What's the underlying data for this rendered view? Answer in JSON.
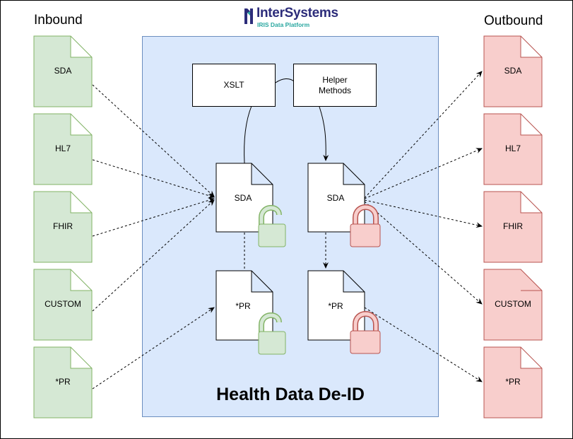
{
  "logo": {
    "name": "InterSystems",
    "tagline": "IRIS Data Platform"
  },
  "headings": {
    "inbound": "Inbound",
    "outbound": "Outbound"
  },
  "inbound": [
    "SDA",
    "HL7",
    "FHIR",
    "CUSTOM",
    "*PR"
  ],
  "outbound": [
    "SDA",
    "HL7",
    "FHIR",
    "CUSTOM",
    "*PR"
  ],
  "center": {
    "title": "Health Data De-ID",
    "xslt": "XSLT",
    "helper": "Helper\nMethods",
    "docs": {
      "sda_in": "SDA",
      "pr_in": "*PR",
      "sda_out": "SDA",
      "pr_out": "*PR"
    }
  },
  "colors": {
    "inbound_fill": "#d5e8d4",
    "inbound_stroke": "#82b366",
    "outbound_fill": "#f8cecc",
    "outbound_stroke": "#b85450",
    "panel_fill": "#dae8fc",
    "panel_stroke": "#6c8ebf"
  },
  "icons": {
    "unlocked": "open-padlock-icon",
    "locked": "closed-padlock-icon"
  }
}
